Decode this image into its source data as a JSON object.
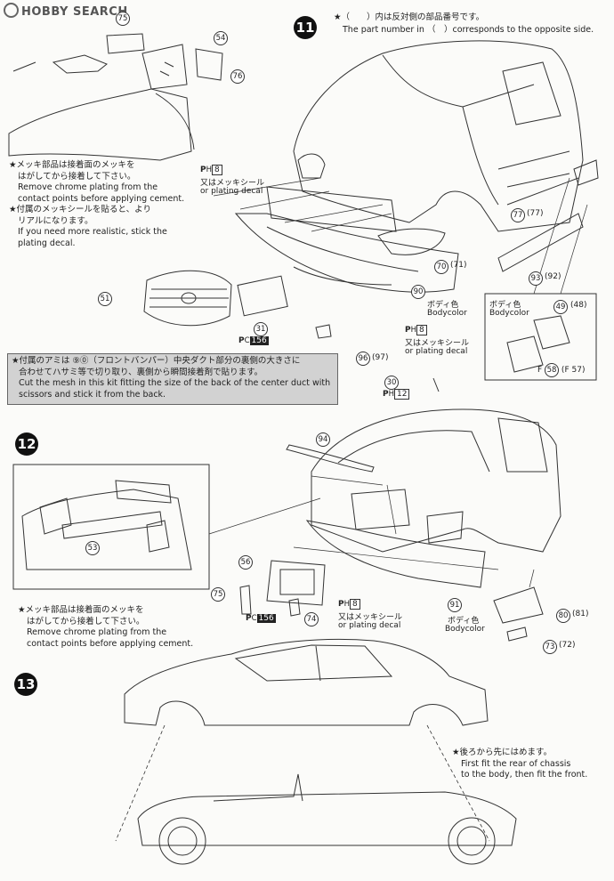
{
  "header": {
    "logo_text": "HOBBY SEARCH"
  },
  "step11": {
    "number": "11",
    "star_jp": "★（　　）内は反対側の部品番号です。",
    "star_en": "The part number in （　）corresponds to the opposite side.",
    "chrome_jp1": "★メッキ部品は接着面のメッキを",
    "chrome_jp2": "はがしてから接着して下さい。",
    "chrome_en1": "Remove chrome plating from the",
    "chrome_en2": "contact points before applying cement.",
    "decal_jp1": "★付属のメッキシールを貼ると、より",
    "decal_jp2": "リアルになります。",
    "decal_en1": "If you need more realistic, stick the",
    "decal_en2": "plating decal.",
    "ph8_a": "8",
    "ph8_a_jp": "又はメッキシール",
    "ph8_a_en": "or plating decal",
    "ph8_b": "8",
    "ph8_b_jp": "又はメッキシール",
    "ph8_b_en": "or plating decal",
    "bodycolor_jp": "ボディ色",
    "bodycolor_en": "Bodycolor",
    "mirror_jp": "ボディ色",
    "mirror_en": "Bodycolor",
    "f_label": "F",
    "pc156": "156",
    "parts": {
      "p54": "54",
      "p76": "76",
      "p75top": "75",
      "p51": "51",
      "p31": "31",
      "p90": "90",
      "p96": "96",
      "p97": "97",
      "p70": "70",
      "p71": "71",
      "p77a": "77",
      "p77b": "77",
      "p93": "93",
      "p92": "92",
      "p49": "49",
      "p48": "48",
      "p58": "58",
      "p57": "57"
    },
    "mesh_jp1": "★付属のアミは ⑨⓪（フロントバンパー）中央ダクト部分の裏側の大きさに",
    "mesh_jp2": "合わせてハサミ等で切り取り、裏側から瞬間接着剤で貼ります。",
    "mesh_en1": "Cut the mesh in this kit fitting the size of the back of the center duct with",
    "mesh_en2": "scissors and stick it from the back."
  },
  "step12": {
    "number": "12",
    "chrome_jp1": "★メッキ部品は接着面のメッキを",
    "chrome_jp2": "はがしてから接着して下さい。",
    "chrome_en1": "Remove chrome plating from the",
    "chrome_en2": "contact points before applying cement.",
    "ph12": "12",
    "ph8": "8",
    "ph8_jp": "又はメッキシール",
    "ph8_en": "or plating decal",
    "bodycolor_jp": "ボディ色",
    "bodycolor_en": "Bodycolor",
    "pc156": "156",
    "parts": {
      "p30": "30",
      "p94": "94",
      "p53": "53",
      "p56": "56",
      "p75": "75",
      "p74": "74",
      "p91": "91",
      "p80": "80",
      "p81": "81",
      "p73": "73",
      "p72": "72"
    }
  },
  "step13": {
    "number": "13",
    "star_jp": "★後ろから先にはめます。",
    "en1": "First fit the rear of chassis",
    "en2": "to the body, then fit the front."
  }
}
